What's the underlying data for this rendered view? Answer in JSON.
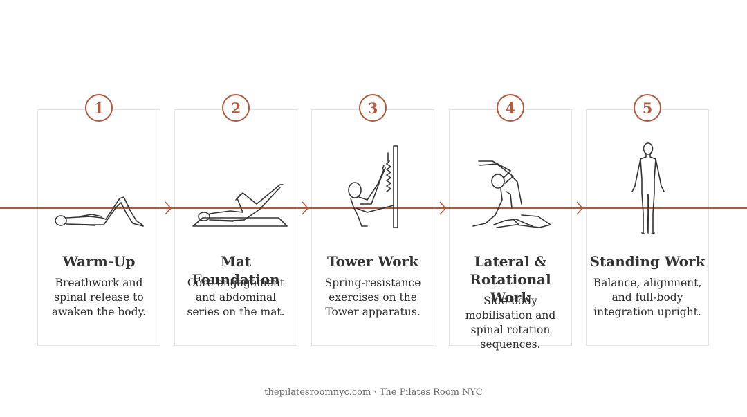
{
  "accent_color": "#b5573c",
  "steps": [
    {
      "number": "1",
      "title": "Warm-Up",
      "description": "Breathwork and spinal release to awaken the body.",
      "icon": "supine-knees-bent-icon"
    },
    {
      "number": "2",
      "title": "Mat Foundation",
      "description": "Core engagement and abdominal series on the mat.",
      "icon": "mat-leg-lift-icon"
    },
    {
      "number": "3",
      "title": "Tower Work",
      "description": "Spring-resistance exercises on the Tower apparatus.",
      "icon": "tower-spring-icon"
    },
    {
      "number": "4",
      "title": "Lateral & Rotational Work",
      "description": "Side-body mobilisation and spinal rotation sequences.",
      "icon": "seated-side-bend-icon"
    },
    {
      "number": "5",
      "title": "Standing Work",
      "description": "Balance, alignment, and full-body integration upright.",
      "icon": "standing-figure-icon"
    }
  ],
  "footer": "thepilatesroomnyc.com · The Pilates Room NYC"
}
